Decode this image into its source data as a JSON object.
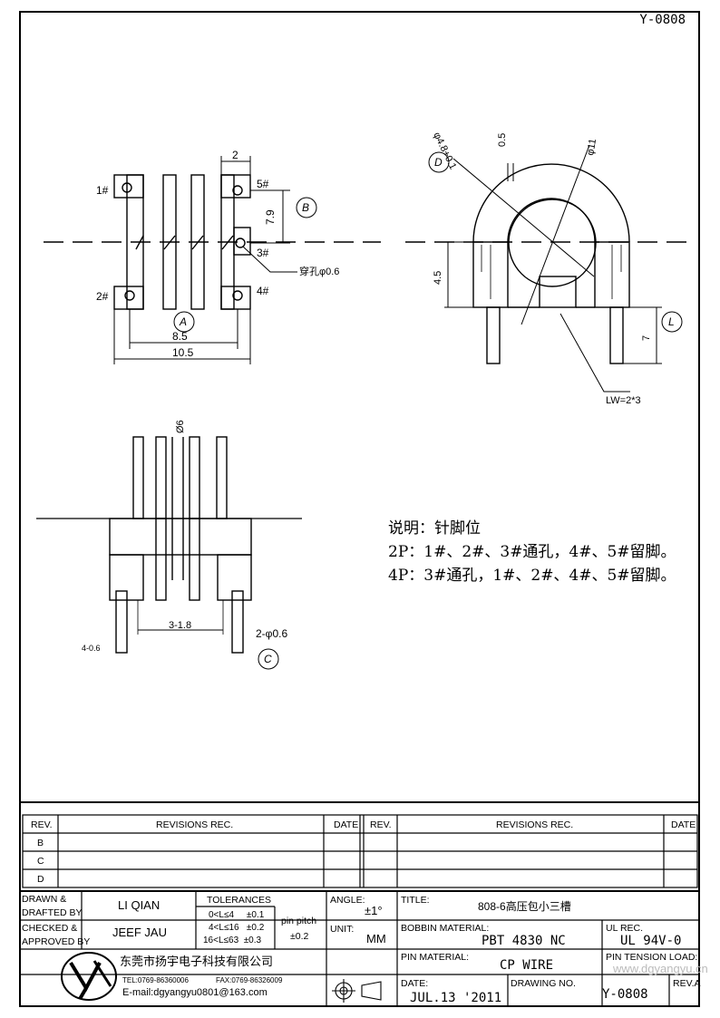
{
  "drawing_code": "Y-0808",
  "views": {
    "top": {
      "pin_labels": [
        "1#",
        "2#",
        "3#",
        "4#",
        "5#"
      ],
      "dim_top": "2",
      "dim_right": "7.9",
      "hole_note": "穿孔φ0.6",
      "dim_inner": "8.5",
      "dim_outer": "10.5",
      "detail_a": "A",
      "detail_b": "B"
    },
    "side": {
      "dim_dia_small": "φ4.8+0.1",
      "dim_gap": "0.5",
      "dim_dia_large": "φ11",
      "dim_height": "4.5",
      "dim_pin_length": "7",
      "lw_note": "LW=2*3",
      "detail_d": "D",
      "detail_l": "L"
    },
    "front": {
      "dim_dia": "Ø6",
      "dim_pitch": "3-1.8",
      "dim_pin": "2-φ0.6",
      "dim_small": "4-0.6",
      "detail_c": "C"
    }
  },
  "notes": {
    "title": "说明：针脚位",
    "line_2p": "2P：1#、2#、3#通孔，4#、5#留脚。",
    "line_4p": "4P：3#通孔，1#、2#、4#、5#留脚。"
  },
  "revisions": {
    "headers": {
      "rev": "REV.",
      "revisions": "REVISIONS   REC.",
      "date": "DATE"
    },
    "rows": [
      "B",
      "C",
      "D"
    ]
  },
  "title_block": {
    "drawn_label_1": "DRAWN &",
    "drawn_label_2": "DRAFTED BY",
    "drawn_name": "LI QIAN",
    "checked_label_1": "CHECKED &",
    "checked_label_2": "APPROVED BY",
    "checked_name": "JEEF JAU",
    "tolerances_label": "TOLERANCES",
    "tol_row_1": "0<L≤4     ±0.1",
    "tol_row_2": "4<L≤16   ±0.2",
    "tol_row_3": "16<L≤63  ±0.3",
    "pin_pitch_label": "pin pitch",
    "pin_pitch_value": "±0.2",
    "angle_label": "ANGLE:",
    "angle_value": "±1°",
    "unit_label": "UNIT:",
    "unit_value": "MM",
    "title_label": "TITLE:",
    "title_value": "808-6高压包小三槽",
    "bobbin_label": "BOBBIN MATERIAL:",
    "bobbin_value": "PBT 4830 NC",
    "ul_label": "UL REC.",
    "ul_value": "UL 94V-0",
    "pin_material_label": "PIN MATERIAL:",
    "pin_material_value": "CP WIRE",
    "pin_tension_label": "PIN TENSION LOAD:",
    "date_label": "DATE:",
    "date_value": "JUL.13 '2011",
    "drawing_no_label": "DRAWING NO.",
    "drawing_no_value": "Y-0808",
    "rev_label": "REV.A",
    "company_name": "东莞市扬宇电子科技有限公司",
    "company_tel": "TEL:0769-86360006",
    "company_fax": "FAX:0769-86326009",
    "company_email": "E-mail:dgyangyu0801@163.com",
    "website": "www.dgyangyu.cn"
  }
}
